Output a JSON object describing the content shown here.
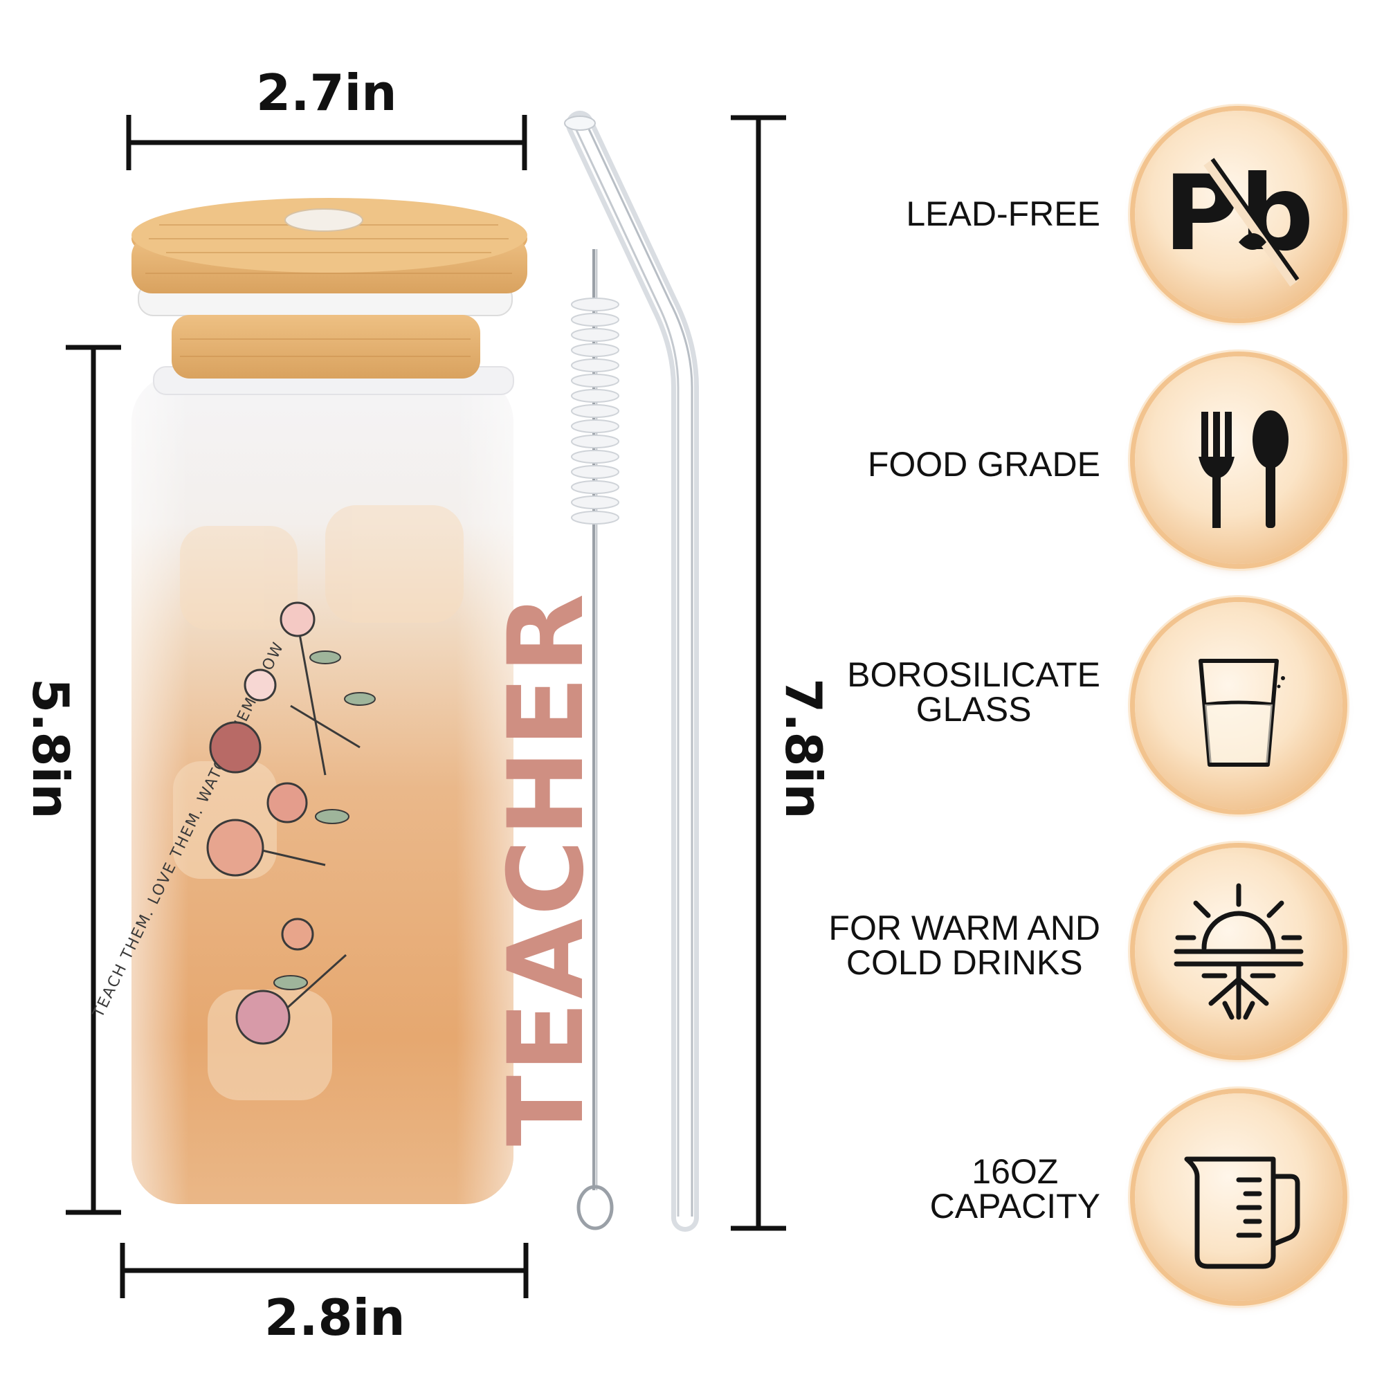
{
  "dimensions": {
    "lid_width": "2.7in",
    "glass_height": "5.8in",
    "bottom_width": "2.8in",
    "straw_length": "7.8in"
  },
  "cup_print": {
    "word": "TEACHER",
    "arc_text": "TEACH THEM. LOVE THEM. WATCH THEM GROW"
  },
  "features": [
    {
      "line1": "LEAD-FREE",
      "line2": "",
      "icon": "lead-free-pb-icon"
    },
    {
      "line1": "FOOD GRADE",
      "line2": "",
      "icon": "fork-spoon-icon"
    },
    {
      "line1": "BOROSILICATE",
      "line2": "GLASS",
      "icon": "glass-of-water-icon"
    },
    {
      "line1": "FOR WARM AND",
      "line2": "COLD DRINKS",
      "icon": "sun-snowflake-icon"
    },
    {
      "line1": "16OZ",
      "line2": "CAPACITY",
      "icon": "measuring-cup-icon"
    }
  ],
  "colors": {
    "badge_ring": "#f2c38e",
    "lid_wood": "#e3b16e",
    "coffee": "#d99a5b"
  }
}
